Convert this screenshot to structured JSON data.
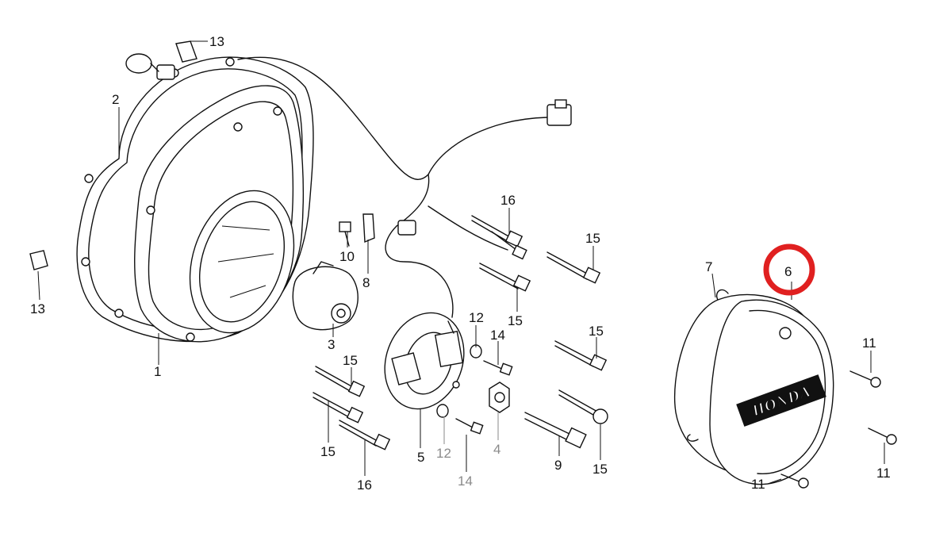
{
  "diagram": {
    "parts": [
      {
        "id": "p1",
        "number": "1"
      },
      {
        "id": "p2",
        "number": "2"
      },
      {
        "id": "p3",
        "number": "3"
      },
      {
        "id": "p4",
        "number": "4",
        "color": "#8a8a8a"
      },
      {
        "id": "p5",
        "number": "5"
      },
      {
        "id": "p6",
        "number": "6"
      },
      {
        "id": "p7",
        "number": "7"
      },
      {
        "id": "p8",
        "number": "8"
      },
      {
        "id": "p9",
        "number": "9"
      },
      {
        "id": "p10",
        "number": "10"
      },
      {
        "id": "p11",
        "number": "11"
      },
      {
        "id": "p12",
        "number": "12"
      },
      {
        "id": "p13",
        "number": "13"
      },
      {
        "id": "p14",
        "number": "14"
      },
      {
        "id": "p15",
        "number": "15"
      },
      {
        "id": "p16",
        "number": "16"
      }
    ],
    "logo_text": "HONDA",
    "highlight": {
      "part": "6",
      "color": "#e02020"
    },
    "colors": {
      "line": "#111111",
      "grey_label": "#8a8a8a",
      "background": "#ffffff"
    }
  }
}
